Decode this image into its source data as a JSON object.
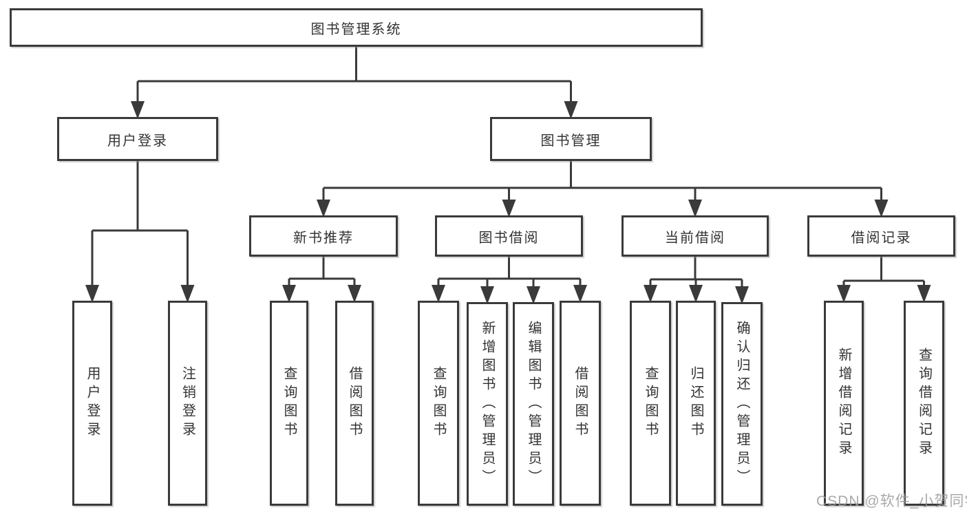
{
  "diagram": {
    "title": "图书管理系统",
    "type": "tree",
    "nodes": [
      {
        "id": "root",
        "label": "图书管理系统",
        "children": [
          "user-login",
          "book-mgmt"
        ]
      },
      {
        "id": "user-login",
        "label": "用户登录",
        "children": [
          "leaf-user-login",
          "leaf-logout"
        ]
      },
      {
        "id": "book-mgmt",
        "label": "图书管理",
        "children": [
          "new-book-rec",
          "book-borrow",
          "current-borrow",
          "borrow-records"
        ]
      },
      {
        "id": "new-book-rec",
        "label": "新书推荐",
        "children": [
          "nb-query-book",
          "nb-borrow-book"
        ]
      },
      {
        "id": "book-borrow",
        "label": "图书借阅",
        "children": [
          "bb-query-book",
          "bb-add-book",
          "bb-edit-book",
          "bb-borrow-book"
        ]
      },
      {
        "id": "current-borrow",
        "label": "当前借阅",
        "children": [
          "cb-query-book",
          "cb-return-book",
          "cb-confirm-return"
        ]
      },
      {
        "id": "borrow-records",
        "label": "借阅记录",
        "children": [
          "br-add-record",
          "br-query-record"
        ]
      },
      {
        "id": "leaf-user-login",
        "label": "用户登录",
        "children": []
      },
      {
        "id": "leaf-logout",
        "label": "注销登录",
        "children": []
      },
      {
        "id": "nb-query-book",
        "label": "查询图书",
        "children": []
      },
      {
        "id": "nb-borrow-book",
        "label": "借阅图书",
        "children": []
      },
      {
        "id": "bb-query-book",
        "label": "查询图书",
        "children": []
      },
      {
        "id": "bb-add-book",
        "label": "新增图书（管理员）",
        "children": []
      },
      {
        "id": "bb-edit-book",
        "label": "编辑图书（管理员）",
        "children": []
      },
      {
        "id": "bb-borrow-book",
        "label": "借阅图书",
        "children": []
      },
      {
        "id": "cb-query-book",
        "label": "查询图书",
        "children": []
      },
      {
        "id": "cb-return-book",
        "label": "归还图书",
        "children": []
      },
      {
        "id": "cb-confirm-return",
        "label": "确认归还（管理员）",
        "children": []
      },
      {
        "id": "br-add-record",
        "label": "新增借阅记录",
        "children": []
      },
      {
        "id": "br-query-record",
        "label": "查询借阅记录",
        "children": []
      }
    ]
  },
  "watermark": {
    "text": "CSDN @软件_小贺同学"
  },
  "colors": {
    "line": "#3a3a3a",
    "box_border": "#3a3a3a",
    "box_fill": "#ffffff",
    "text": "#333333",
    "background": "#ffffff",
    "watermark": "#9a9a9a"
  }
}
